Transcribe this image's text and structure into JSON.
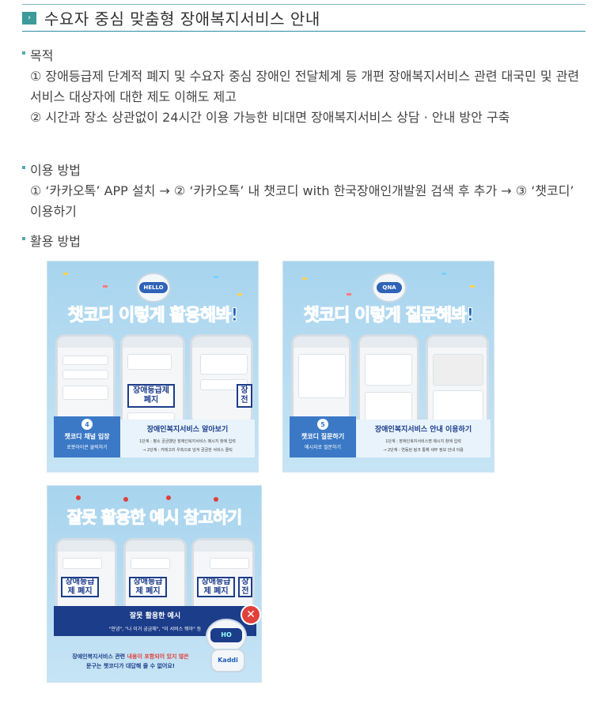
{
  "header": {
    "title": "수요자 중심 맞춤형 장애복지서비스 안내"
  },
  "purpose": {
    "label": "목적",
    "line1": "① 장애등급제 단계적 폐지 및 수요자 중심 장애인 전달체계 등 개편 장애복지서비스 관련 대국민 및 관련 서비스 대상자에 대한 제도 이해도 제고",
    "line2": "② 시간과 장소 상관없이 24시간 이용 가능한 비대면 장애복지서비스 상담 · 안내 방안 구축"
  },
  "usage": {
    "label": "이용 방법",
    "line1": "① ‘카카오톡’ APP 설치 → ② ‘카카오톡’ 내 챗코디 with 한국장애인개발원 검색 후 추가 → ③ ‘챗코디’ 이용하기"
  },
  "application": {
    "label": "활용 방법"
  },
  "card1": {
    "hello": "HELLO",
    "headline_a": "챗코디",
    "headline_b": "이렇게 활용해봐!",
    "step_num": "4",
    "step_title": "챗코디 채널 입장",
    "step_sub": "로봇아이콘 클릭하기",
    "info_title": "장애인복지서비스 알아보기",
    "info_line1": "1단계 : 평소 궁금했던 장애인복지서비스 메시지 창에 입력",
    "info_line2": "→ 2단계 : 카테고리 우측으로 넘겨 궁금한 서비스 클릭",
    "chip1": "장애등급제 폐지",
    "chip2": "장 전"
  },
  "card2": {
    "qna": "QNA",
    "headline_a": "챗코디",
    "headline_b": "이렇게 질문해봐!",
    "step_num": "5",
    "step_title": "챗코디 질문하기",
    "step_sub": "메시지로 질문하기",
    "info_title": "장애인복지서비스 안내 이용하기",
    "info_line1": "1단계 : 장애인복지서비스명 메시지 창에 입력",
    "info_line2": "→ 2단계 : 연동된 링크 통해 세부 정보 안내 이용"
  },
  "card3": {
    "headline_a": "잘못 활용한",
    "headline_b": "예시",
    "headline_c": "참고하기",
    "banner_title": "잘못 활용한 예시",
    "banner_sub": "\"안녕\", \"나 이거 궁금해\", \"이 서비스 뭐야\" 등",
    "note1a": "장애인복지서비스 관련 ",
    "note1b": "내용이 포함되어 있지 않은",
    "note2": "문구는 챗코디가 대답해 줄 수 없어요!",
    "robot_face": "HO",
    "brand": "Kaddi",
    "chip": "장애등급제 폐지",
    "chip_side": "장 전"
  },
  "colors": {
    "accent": "#2e8aa3",
    "headline_orange": "#ff7a3c",
    "headline_blue": "#1f5fb8",
    "navy": "#1c3d8a",
    "red": "#e0413a"
  }
}
